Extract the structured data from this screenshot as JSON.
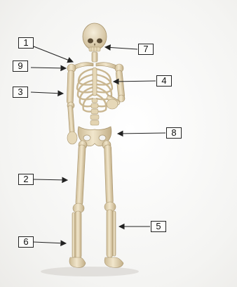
{
  "diagram": {
    "colors": {
      "bone": "#e9dcc0",
      "bone_shade": "#c9b690",
      "bone_dark": "#9a8866",
      "arrow": "#222222",
      "box_border": "#222222"
    },
    "labels": [
      {
        "id": "label-1",
        "text": "1",
        "points_to": "clavicle"
      },
      {
        "id": "label-2",
        "text": "2",
        "points_to": "femur"
      },
      {
        "id": "label-3",
        "text": "3",
        "points_to": "humerus"
      },
      {
        "id": "label-4",
        "text": "4",
        "points_to": "rib-cage"
      },
      {
        "id": "label-5",
        "text": "5",
        "points_to": "tibia-fibula"
      },
      {
        "id": "label-6",
        "text": "6",
        "points_to": "lower-leg"
      },
      {
        "id": "label-7",
        "text": "7",
        "points_to": "skull"
      },
      {
        "id": "label-8",
        "text": "8",
        "points_to": "pelvis"
      },
      {
        "id": "label-9",
        "text": "9",
        "points_to": "shoulder"
      }
    ]
  }
}
